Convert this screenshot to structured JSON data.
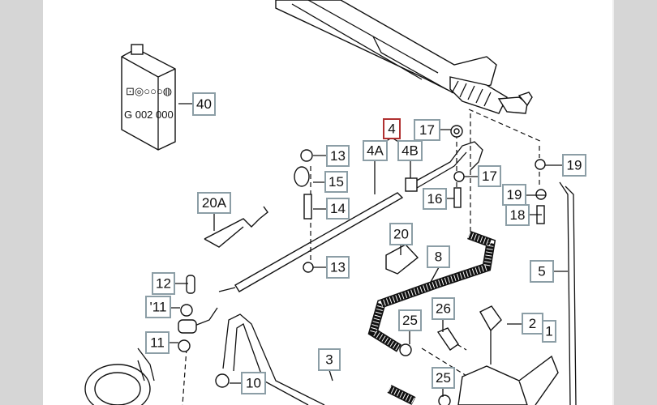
{
  "diagram": {
    "oil_can_text": "G 002 000",
    "labels": [
      {
        "id": "40",
        "text": "40",
        "selected": false
      },
      {
        "id": "4",
        "text": "4",
        "selected": true
      },
      {
        "id": "17a",
        "text": "17",
        "selected": false
      },
      {
        "id": "4A",
        "text": "4A",
        "selected": false
      },
      {
        "id": "4B",
        "text": "4B",
        "selected": false
      },
      {
        "id": "13a",
        "text": "13",
        "selected": false
      },
      {
        "id": "15",
        "text": "15",
        "selected": false
      },
      {
        "id": "19a",
        "text": "19",
        "selected": false
      },
      {
        "id": "17b",
        "text": "17",
        "selected": false
      },
      {
        "id": "16",
        "text": "16",
        "selected": false
      },
      {
        "id": "19b",
        "text": "19",
        "selected": false
      },
      {
        "id": "18",
        "text": "18",
        "selected": false
      },
      {
        "id": "14",
        "text": "14",
        "selected": false
      },
      {
        "id": "20A",
        "text": "20A",
        "selected": false
      },
      {
        "id": "20",
        "text": "20",
        "selected": false
      },
      {
        "id": "8",
        "text": "8",
        "selected": false
      },
      {
        "id": "13b",
        "text": "13",
        "selected": false
      },
      {
        "id": "5",
        "text": "5",
        "selected": false
      },
      {
        "id": "12",
        "text": "12",
        "selected": false
      },
      {
        "id": "11a",
        "text": "'11",
        "selected": false
      },
      {
        "id": "26",
        "text": "26",
        "selected": false
      },
      {
        "id": "2",
        "text": "2",
        "selected": false
      },
      {
        "id": "1",
        "text": "1",
        "selected": false
      },
      {
        "id": "25a",
        "text": "25",
        "selected": false
      },
      {
        "id": "11b",
        "text": "11",
        "selected": false
      },
      {
        "id": "3",
        "text": "3",
        "selected": false
      },
      {
        "id": "10",
        "text": "10",
        "selected": false
      },
      {
        "id": "25b",
        "text": "25",
        "selected": false
      }
    ],
    "colors": {
      "label_border": "#8c9ea6",
      "selected_border": "#b03030",
      "background": "#d6d6d6"
    }
  }
}
